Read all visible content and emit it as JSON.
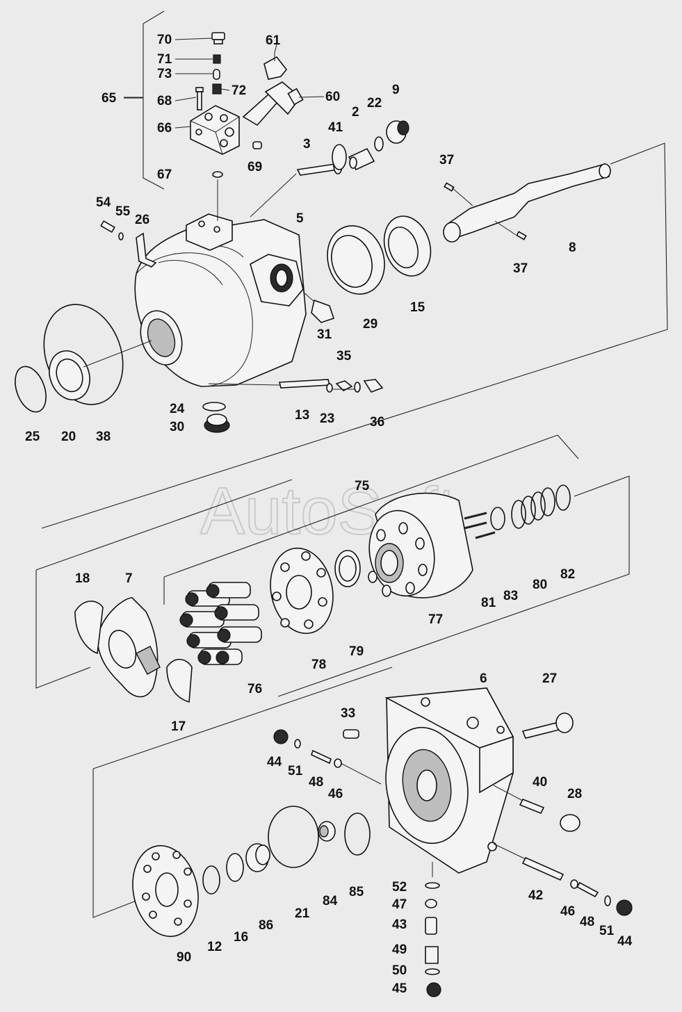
{
  "watermark": "AutoSoft",
  "callouts": [
    {
      "id": "70",
      "label": "70"
    },
    {
      "id": "71",
      "label": "71"
    },
    {
      "id": "73",
      "label": "73"
    },
    {
      "id": "72",
      "label": "72"
    },
    {
      "id": "68",
      "label": "68"
    },
    {
      "id": "65",
      "label": "65"
    },
    {
      "id": "66",
      "label": "66"
    },
    {
      "id": "69",
      "label": "69"
    },
    {
      "id": "67",
      "label": "67"
    },
    {
      "id": "61",
      "label": "61"
    },
    {
      "id": "60",
      "label": "60"
    },
    {
      "id": "9",
      "label": "9"
    },
    {
      "id": "22",
      "label": "22"
    },
    {
      "id": "2",
      "label": "2"
    },
    {
      "id": "41",
      "label": "41"
    },
    {
      "id": "3",
      "label": "3"
    },
    {
      "id": "37a",
      "label": "37"
    },
    {
      "id": "37b",
      "label": "37"
    },
    {
      "id": "8",
      "label": "8"
    },
    {
      "id": "5",
      "label": "5"
    },
    {
      "id": "54",
      "label": "54"
    },
    {
      "id": "55",
      "label": "55"
    },
    {
      "id": "26",
      "label": "26"
    },
    {
      "id": "15",
      "label": "15"
    },
    {
      "id": "29",
      "label": "29"
    },
    {
      "id": "31",
      "label": "31"
    },
    {
      "id": "35",
      "label": "35"
    },
    {
      "id": "13",
      "label": "13"
    },
    {
      "id": "23",
      "label": "23"
    },
    {
      "id": "36",
      "label": "36"
    },
    {
      "id": "24",
      "label": "24"
    },
    {
      "id": "30",
      "label": "30"
    },
    {
      "id": "25",
      "label": "25"
    },
    {
      "id": "20",
      "label": "20"
    },
    {
      "id": "38",
      "label": "38"
    },
    {
      "id": "75",
      "label": "75"
    },
    {
      "id": "18",
      "label": "18"
    },
    {
      "id": "7",
      "label": "7"
    },
    {
      "id": "76",
      "label": "76"
    },
    {
      "id": "78",
      "label": "78"
    },
    {
      "id": "79",
      "label": "79"
    },
    {
      "id": "77",
      "label": "77"
    },
    {
      "id": "81",
      "label": "81"
    },
    {
      "id": "83",
      "label": "83"
    },
    {
      "id": "80",
      "label": "80"
    },
    {
      "id": "82",
      "label": "82"
    },
    {
      "id": "17",
      "label": "17"
    },
    {
      "id": "6",
      "label": "6"
    },
    {
      "id": "27",
      "label": "27"
    },
    {
      "id": "33",
      "label": "33"
    },
    {
      "id": "44a",
      "label": "44"
    },
    {
      "id": "51a",
      "label": "51"
    },
    {
      "id": "48a",
      "label": "48"
    },
    {
      "id": "46a",
      "label": "46"
    },
    {
      "id": "40",
      "label": "40"
    },
    {
      "id": "28",
      "label": "28"
    },
    {
      "id": "21",
      "label": "21"
    },
    {
      "id": "84",
      "label": "84"
    },
    {
      "id": "85",
      "label": "85"
    },
    {
      "id": "86",
      "label": "86"
    },
    {
      "id": "16",
      "label": "16"
    },
    {
      "id": "12",
      "label": "12"
    },
    {
      "id": "90",
      "label": "90"
    },
    {
      "id": "52",
      "label": "52"
    },
    {
      "id": "47",
      "label": "47"
    },
    {
      "id": "43",
      "label": "43"
    },
    {
      "id": "49",
      "label": "49"
    },
    {
      "id": "50",
      "label": "50"
    },
    {
      "id": "45",
      "label": "45"
    },
    {
      "id": "42",
      "label": "42"
    },
    {
      "id": "46b",
      "label": "46"
    },
    {
      "id": "48b",
      "label": "48"
    },
    {
      "id": "51b",
      "label": "51"
    },
    {
      "id": "44b",
      "label": "44"
    }
  ]
}
